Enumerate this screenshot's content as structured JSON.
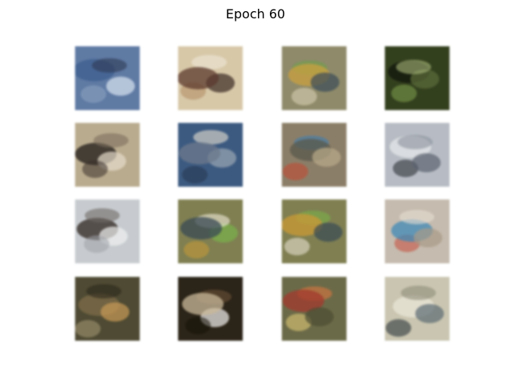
{
  "figure": {
    "title": "Epoch 60"
  },
  "tiles": [
    {
      "name": "sample-1",
      "bg": "#5f7aa3",
      "accents": [
        "#3d5f8f",
        "#d9e4ef",
        "#2f3a55",
        "#8ea5c2"
      ]
    },
    {
      "name": "sample-2",
      "bg": "#d7c8a8",
      "accents": [
        "#3a2a24",
        "#efe7d8",
        "#b08a60",
        "#5c3a2e"
      ]
    },
    {
      "name": "sample-3",
      "bg": "#8e8a6a",
      "accents": [
        "#6ea04a",
        "#e0d5b8",
        "#c9a040",
        "#3b4b58"
      ]
    },
    {
      "name": "sample-4",
      "bg": "#33401e",
      "accents": [
        "#7fa04e",
        "#12150c",
        "#5d6c3a",
        "#a8b87a"
      ]
    },
    {
      "name": "sample-5",
      "bg": "#b9ab8e",
      "accents": [
        "#1f1a17",
        "#e5dccb",
        "#7b6e5c",
        "#3b302a"
      ]
    },
    {
      "name": "sample-6",
      "bg": "#3c5a80",
      "accents": [
        "#9aa6b3",
        "#e9e3d4",
        "#26364f",
        "#6d7a8c"
      ]
    },
    {
      "name": "sample-7",
      "bg": "#8b7e68",
      "accents": [
        "#3d7fb3",
        "#c8452e",
        "#5a5a4c",
        "#b9ab8a"
      ]
    },
    {
      "name": "sample-8",
      "bg": "#b7bcc4",
      "accents": [
        "#20242b",
        "#e4e7ea",
        "#5d6470",
        "#8c929c"
      ]
    },
    {
      "name": "sample-9",
      "bg": "#c7cbcf",
      "accents": [
        "#2f2620",
        "#f0f0f0",
        "#6f6b66",
        "#9fa3a8"
      ]
    },
    {
      "name": "sample-10",
      "bg": "#7f7f52",
      "accents": [
        "#79b04a",
        "#efe9d9",
        "#c99a35",
        "#384a54"
      ]
    },
    {
      "name": "sample-11",
      "bg": "#7f7f52",
      "accents": [
        "#79b04a",
        "#efe9d9",
        "#c99a35",
        "#384a54"
      ]
    },
    {
      "name": "sample-12",
      "bg": "#c5bbae",
      "accents": [
        "#c44d3c",
        "#3f8ab5",
        "#a89a88",
        "#e6ded2"
      ]
    },
    {
      "name": "sample-13",
      "bg": "#4e4a33",
      "accents": [
        "#7d6c49",
        "#c99a55",
        "#2d2a1d",
        "#a89a76"
      ]
    },
    {
      "name": "sample-14",
      "bg": "#2b2418",
      "accents": [
        "#f2f0ec",
        "#6b5238",
        "#161208",
        "#c9b89a"
      ]
    },
    {
      "name": "sample-15",
      "bg": "#6b6a48",
      "accents": [
        "#d9763f",
        "#e8d07a",
        "#a33a2e",
        "#4c4d33"
      ]
    },
    {
      "name": "sample-16",
      "bg": "#c9c5b0",
      "accents": [
        "#1f2a33",
        "#e9e5d8",
        "#5d6b73",
        "#8f8c7a"
      ]
    }
  ]
}
